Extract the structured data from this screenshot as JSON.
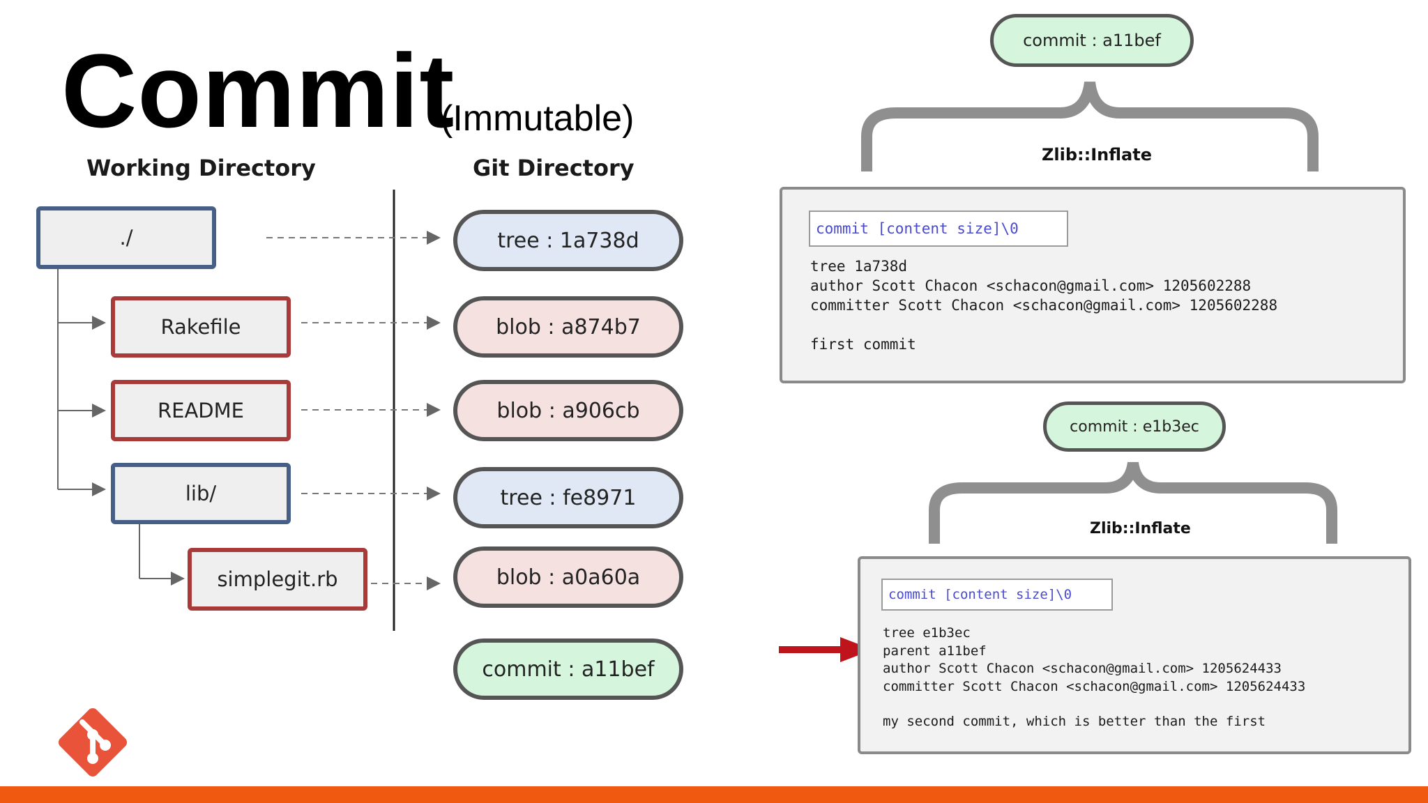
{
  "slide": {
    "title": "Commit",
    "subtitle": "(Immutable)",
    "colors": {
      "accent_bar": "#f05a10",
      "git_logo": "#e8533a"
    },
    "logo_icon": "git-logo-icon"
  },
  "left_diagram": {
    "working_dir_heading": "Working Directory",
    "git_dir_heading": "Git Directory",
    "files": [
      {
        "label": "./",
        "kind": "tree"
      },
      {
        "label": "Rakefile",
        "kind": "blob"
      },
      {
        "label": "README",
        "kind": "blob"
      },
      {
        "label": "lib/",
        "kind": "tree"
      },
      {
        "label": "simplegit.rb",
        "kind": "blob"
      }
    ],
    "objects": [
      {
        "label": "tree : 1a738d",
        "kind": "tree"
      },
      {
        "label": "blob : a874b7",
        "kind": "blob"
      },
      {
        "label": "blob : a906cb",
        "kind": "blob"
      },
      {
        "label": "tree :  fe8971",
        "kind": "tree"
      },
      {
        "label": "blob : a0a60a",
        "kind": "blob"
      },
      {
        "label": "commit : a11bef",
        "kind": "commit"
      }
    ]
  },
  "right_top": {
    "commit_label": "commit : a11bef",
    "zlib_label": "Zlib::Inflate",
    "header": "commit [content size]\\0",
    "lines": [
      "tree 1a738d",
      "author Scott Chacon <schacon@gmail.com> 1205602288",
      "committer Scott Chacon <schacon@gmail.com> 1205602288",
      "",
      "first commit"
    ]
  },
  "right_bottom": {
    "commit_label": "commit : e1b3ec",
    "zlib_label": "Zlib::Inflate",
    "header": "commit [content size]\\0",
    "lines": [
      "tree e1b3ec",
      "parent a11bef",
      "author Scott Chacon <schacon@gmail.com> 1205624433",
      "committer Scott Chacon <schacon@gmail.com> 1205624433",
      "",
      "my second commit, which is better than the first"
    ]
  }
}
